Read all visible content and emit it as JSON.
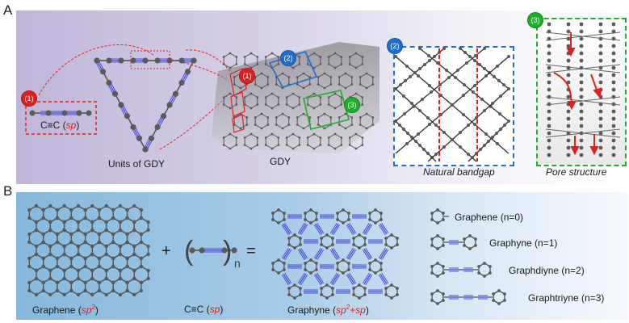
{
  "panel_a": {
    "letter": "A",
    "badge_1": "(1)",
    "badge_2": "(2)",
    "badge_3": "(3)",
    "cc_prefix": "C≡C (",
    "cc_sp": "sp",
    "cc_suffix": ")",
    "units_label": "Units of GDY",
    "gdy_label": "GDY",
    "bandgap_label": "Natural bandgap",
    "pore_label": "Pore structure"
  },
  "panel_b": {
    "letter": "B",
    "plus": "+",
    "equals": "=",
    "n_sub": "n",
    "graphene_text": "Graphene (",
    "graphene_sp": "sp",
    "graphene_sup": "2",
    "graphene_close": ")",
    "cc_text": "C≡C (",
    "cc_sp": "sp",
    "cc_close": ")",
    "graphyne_text": "Graphyne (",
    "graphyne_sp": "sp",
    "graphyne_sup": "2",
    "graphyne_plus": "+sp",
    "graphyne_close": ")",
    "series": [
      {
        "label": "Graphene (n=0)",
        "n": 0
      },
      {
        "label": "Graphyne (n=1)",
        "n": 1
      },
      {
        "label": "Graphdiyne (n=2)",
        "n": 2
      },
      {
        "label": "Graphtriyne (n=3)",
        "n": 3
      }
    ]
  },
  "colors": {
    "red": "#e02020",
    "blue": "#1f6fd1",
    "green": "#1fae2a",
    "atom": "#5a5a5a",
    "triple_bond": "#4a4fd8"
  }
}
